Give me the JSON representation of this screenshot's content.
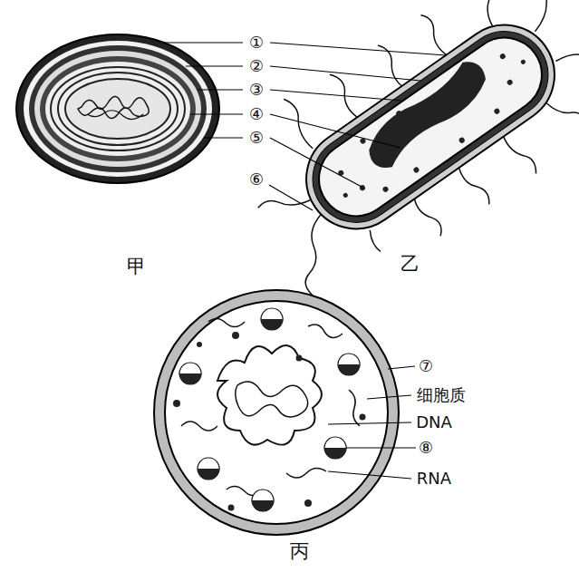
{
  "diagram": {
    "labels": [
      "①",
      "②",
      "③",
      "④",
      "⑤",
      "⑥",
      "甲",
      "乙",
      "丙",
      "⑦",
      "细胞质",
      "DNA",
      "⑧",
      "RNA"
    ]
  }
}
